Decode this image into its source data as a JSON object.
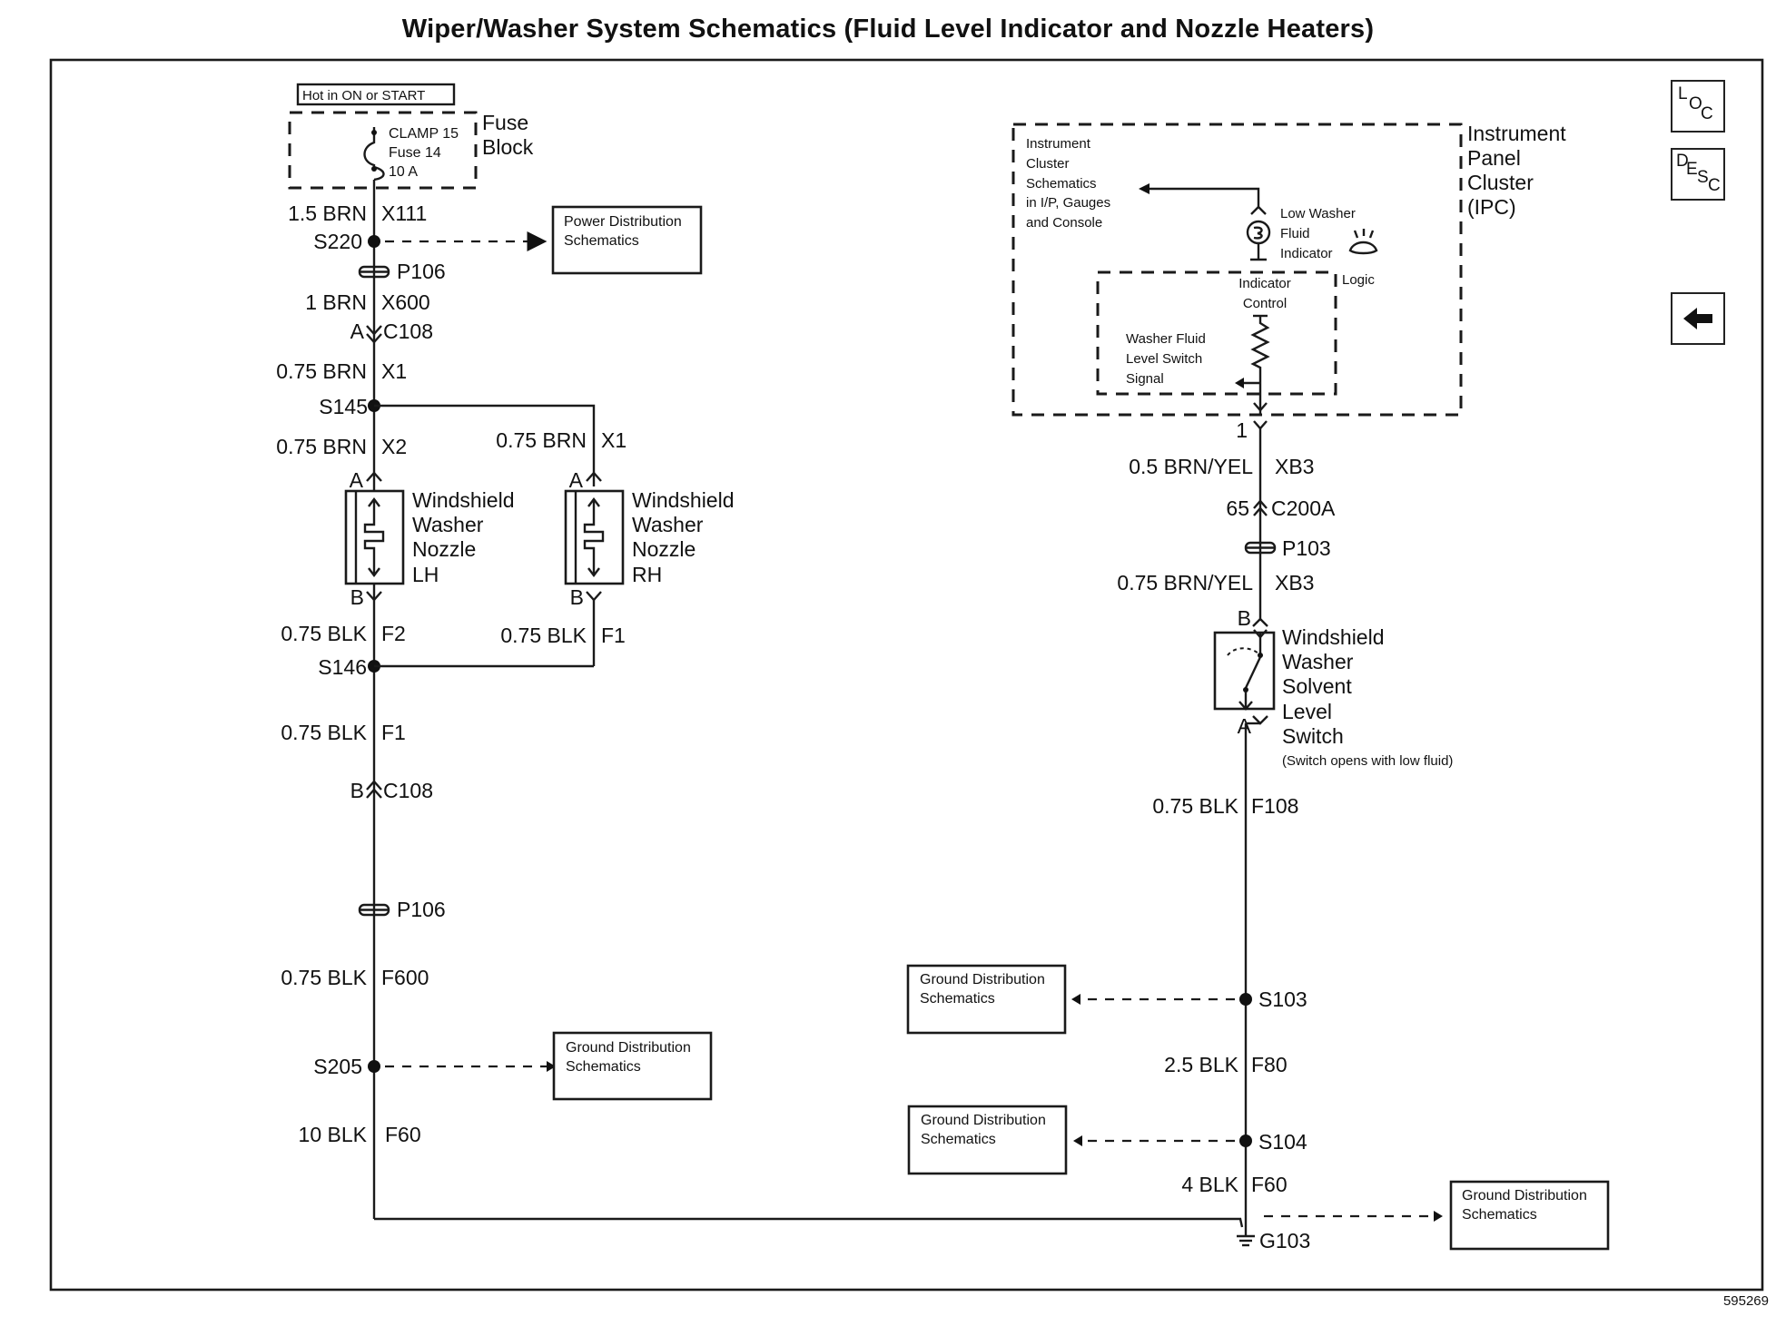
{
  "title": "Wiper/Washer System Schematics (Fluid Level Indicator and Nozzle Heaters)",
  "nav": {
    "loc": [
      "L",
      "O",
      "C"
    ],
    "desc": [
      "D",
      "E",
      "S",
      "C"
    ],
    "back_icon": "left-arrow-icon"
  },
  "power": {
    "hot_label": "Hot in ON or START",
    "fuse_lines": [
      "CLAMP 15",
      "Fuse 14",
      "10 A"
    ],
    "fuse_block": [
      "Fuse",
      "Block"
    ]
  },
  "left": {
    "w1": {
      "gauge": "1.5 BRN",
      "circuit": "X111"
    },
    "s220": "S220",
    "p106_top": "P106",
    "w2": {
      "gauge": "1 BRN",
      "circuit": "X600"
    },
    "c108_a": {
      "pin": "A",
      "name": "C108"
    },
    "w3": {
      "gauge": "0.75 BRN",
      "circuit": "X1"
    },
    "s145": "S145",
    "w4": {
      "gauge": "0.75 BRN",
      "circuit": "X2"
    },
    "w5": {
      "gauge": "0.75 BRN",
      "circuit": "X1"
    },
    "nozzle_lh": {
      "pin_top": "A",
      "pin_bottom": "B",
      "lines": [
        "Windshield",
        "Washer",
        "Nozzle",
        "LH"
      ]
    },
    "nozzle_rh": {
      "pin_top": "A",
      "pin_bottom": "B",
      "lines": [
        "Windshield",
        "Washer",
        "Nozzle",
        "RH"
      ]
    },
    "w6": {
      "gauge": "0.75 BLK",
      "circuit": "F2"
    },
    "w7": {
      "gauge": "0.75 BLK",
      "circuit": "F1"
    },
    "s146": "S146",
    "w8": {
      "gauge": "0.75 BLK",
      "circuit": "F1"
    },
    "c108_b": {
      "pin": "B",
      "name": "C108"
    },
    "p106_bottom": "P106",
    "w9": {
      "gauge": "0.75 BLK",
      "circuit": "F600"
    },
    "s205": "S205",
    "w10": {
      "gauge": "10 BLK",
      "circuit": "F60"
    }
  },
  "refs": {
    "power_dist": [
      "Power Distribution",
      "Schematics"
    ],
    "ground_dist": [
      "Ground Distribution",
      "Schematics"
    ]
  },
  "ipc": {
    "title": [
      "Instrument",
      "Panel",
      "Cluster",
      "(IPC)"
    ],
    "cluster_ref": [
      "Instrument",
      "Cluster",
      "Schematics",
      "in I/P, Gauges",
      "and Console"
    ],
    "indicator": [
      "Low Washer",
      "Fluid",
      "Indicator"
    ],
    "logic": "Logic",
    "indicator_control": [
      "Indicator",
      "Control"
    ],
    "switch_signal": [
      "Washer Fluid",
      "Level Switch",
      "Signal"
    ],
    "pin": "1"
  },
  "right": {
    "w1": {
      "gauge": "0.5 BRN/YEL",
      "circuit": "XB3"
    },
    "c200a": {
      "pin": "65",
      "name": "C200A"
    },
    "p103": "P103",
    "w2": {
      "gauge": "0.75 BRN/YEL",
      "circuit": "XB3"
    },
    "switch": {
      "pin_top": "B",
      "pin_bottom": "A",
      "lines": [
        "Windshield",
        "Washer",
        "Solvent",
        "Level",
        "Switch"
      ],
      "note": "(Switch opens with low fluid)"
    },
    "w3": {
      "gauge": "0.75 BLK",
      "circuit": "F108"
    },
    "s103": "S103",
    "w4": {
      "gauge": "2.5 BLK",
      "circuit": "F80"
    },
    "s104": "S104",
    "w5": {
      "gauge": "4 BLK",
      "circuit": "F60"
    },
    "g103": "G103"
  },
  "corner_ref": "595269"
}
